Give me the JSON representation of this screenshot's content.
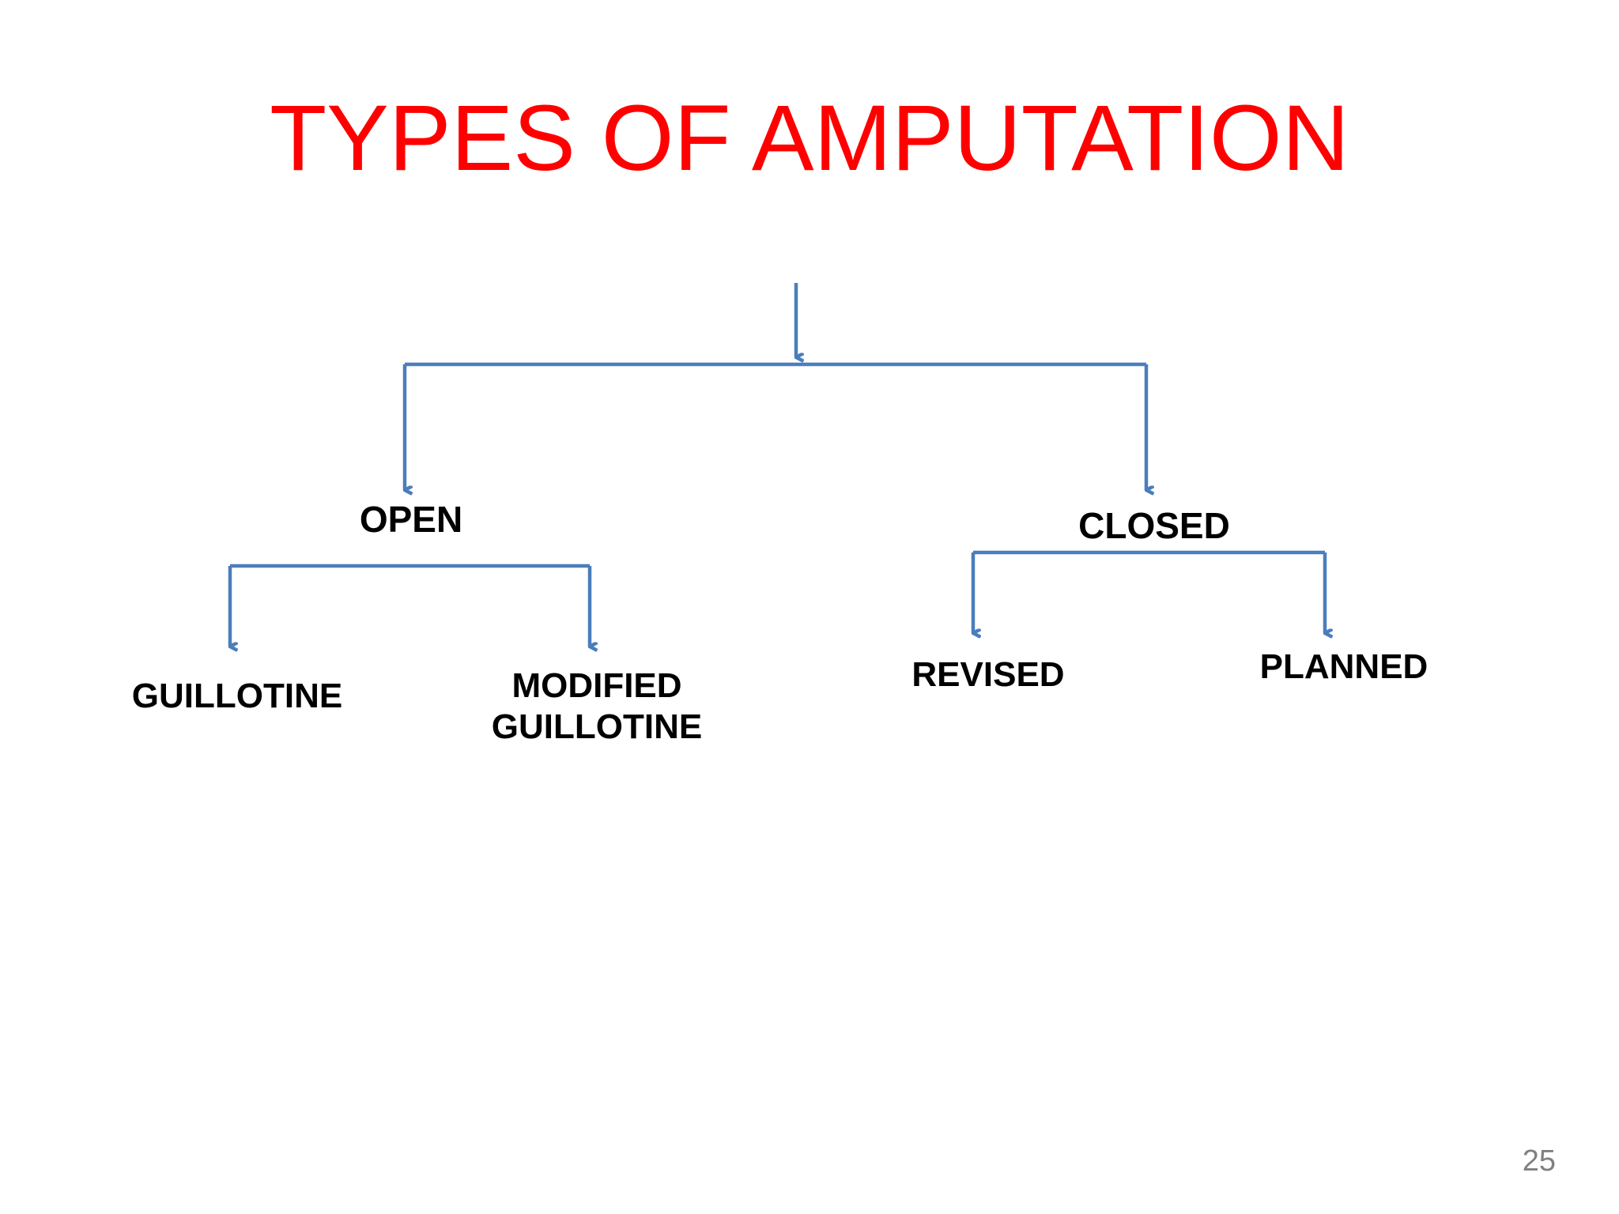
{
  "slide": {
    "title": "TYPES OF AMPUTATION",
    "title_color": "#FF0000",
    "background_color": "#FFFFFF",
    "page_number": "25",
    "page_number_color": "#808080"
  },
  "diagram": {
    "type": "tree",
    "connector_color": "#4A7EBB",
    "root": {
      "label": "",
      "name": "amputation-root"
    },
    "nodes": [
      {
        "id": "open",
        "label": "OPEN",
        "level": 1
      },
      {
        "id": "closed",
        "label": "CLOSED",
        "level": 1
      },
      {
        "id": "guillotine",
        "label": "GUILLOTINE",
        "level": 2,
        "parent": "open"
      },
      {
        "id": "modified-guillotine",
        "label": "MODIFIED\nGUILLOTINE",
        "level": 2,
        "parent": "open"
      },
      {
        "id": "revised",
        "label": "REVISED",
        "level": 2,
        "parent": "closed"
      },
      {
        "id": "planned",
        "label": "PLANNED",
        "level": 2,
        "parent": "closed"
      }
    ]
  }
}
